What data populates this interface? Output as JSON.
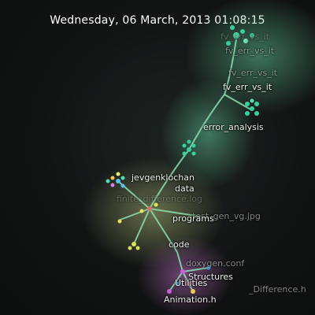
{
  "header": {
    "timestamp": "Wednesday, 06 March, 2013 01:08:15"
  },
  "labels": {
    "fv_err_vs_it": "fv_err_vs_it",
    "error_analysis": "error_analysis",
    "user": "jevgenklochan",
    "data": "data",
    "programs": "programs",
    "code": "code",
    "doxygen": "doxygen.conf",
    "structures": "Structures",
    "utils": "Utilities",
    "animation": "Animation.h",
    "finite_diff_log": "finite_difference.log",
    "test_gen_jpg": "test_gen_vg.jpg",
    "finite_difference_h": "_Difference.h"
  },
  "colors": {
    "background": "#121414",
    "edge": "#7fd9a8",
    "glow": "#3ea37b",
    "node_file": "#36d1a0"
  }
}
